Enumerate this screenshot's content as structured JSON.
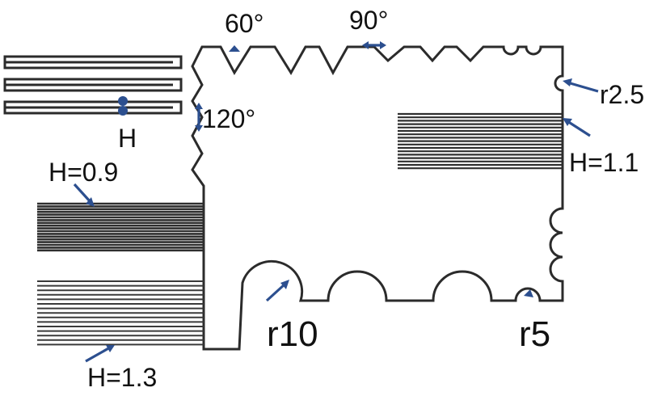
{
  "annotations": {
    "angle_60": "60°",
    "angle_90": "90°",
    "angle_120": "120°",
    "radius_2_5": "r2.5",
    "radius_10": "r10",
    "radius_5": "r5",
    "height_generic": "H",
    "height_0_9": "H=0.9",
    "height_1_1": "H=1.1",
    "height_1_3": "H=1.3"
  },
  "colors": {
    "outline": "#2b2b2b",
    "arrow": "#2c4f8f"
  }
}
